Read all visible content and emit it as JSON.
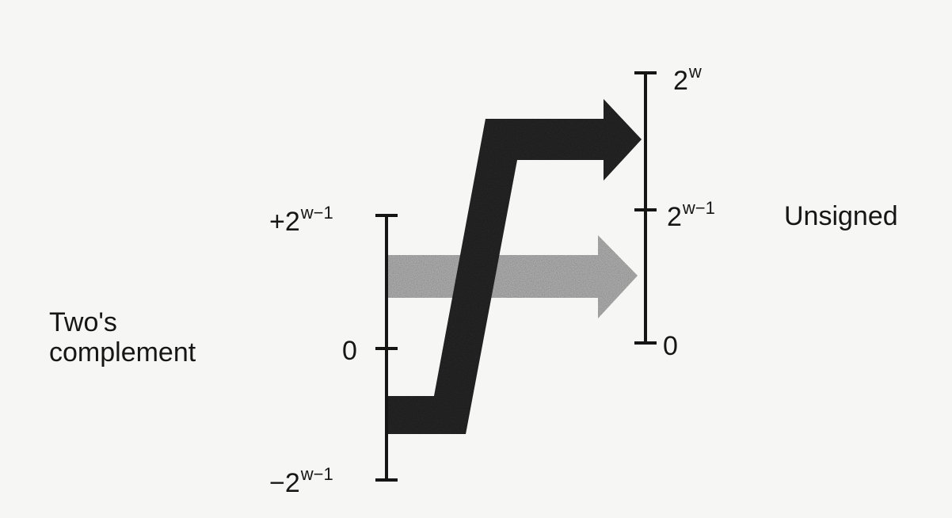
{
  "left_axis": {
    "title_line1": "Two's",
    "title_line2": "complement",
    "top": {
      "base": "+2",
      "exp": "w−1"
    },
    "zero": "0",
    "bottom": {
      "base": "−2",
      "exp": "w−1"
    }
  },
  "right_axis": {
    "title": "Unsigned",
    "top": {
      "base": "2",
      "exp": "w"
    },
    "mid": {
      "base": "2",
      "exp": "w−1"
    },
    "zero": "0"
  },
  "colors": {
    "background": "#f6f6f4",
    "axis": "#151515",
    "negative_arrow": "#2b2b2b",
    "nonnegative_arrow": "#b9b9b9"
  }
}
